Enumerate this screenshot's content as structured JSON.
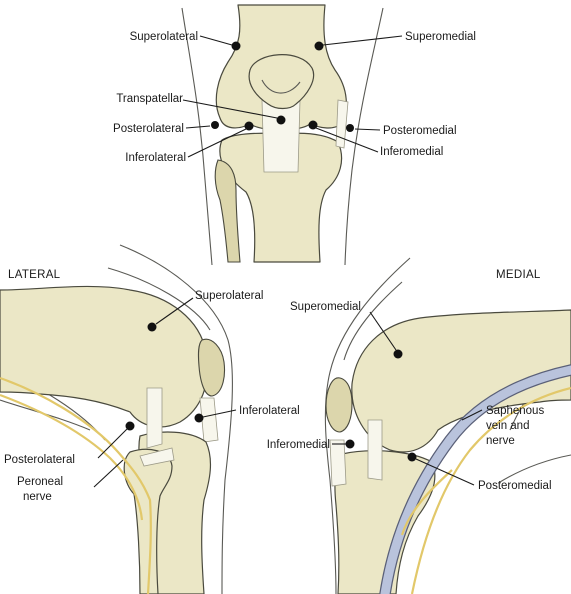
{
  "top_view": {
    "labels": {
      "superolateral": "Superolateral",
      "superomedial": "Superomedial",
      "transpatellar": "Transpatellar",
      "posterolateral": "Posterolateral",
      "posteromedial": "Posteromedial",
      "inferolateral": "Inferolateral",
      "inferomedial": "Inferomedial"
    }
  },
  "lateral_view": {
    "heading": "LATERAL",
    "labels": {
      "superolateral": "Superolateral",
      "inferolateral": "Inferolateral",
      "posterolateral": "Posterolateral",
      "peroneal_nerve_line1": "Peroneal",
      "peroneal_nerve_line2": "nerve"
    }
  },
  "medial_view": {
    "heading": "MEDIAL",
    "labels": {
      "superomedial": "Superomedial",
      "inferomedial": "Inferomedial",
      "posteromedial": "Posteromedial",
      "saphenous_line1": "Saphenous",
      "saphenous_line2": "vein and",
      "saphenous_line3": "nerve"
    }
  },
  "colors": {
    "bone": "#ebe7c6",
    "outline": "#4a4a3e",
    "nerve": "#e2c86a",
    "vein": "#b9c3dc",
    "portal_marker": "#111111"
  }
}
